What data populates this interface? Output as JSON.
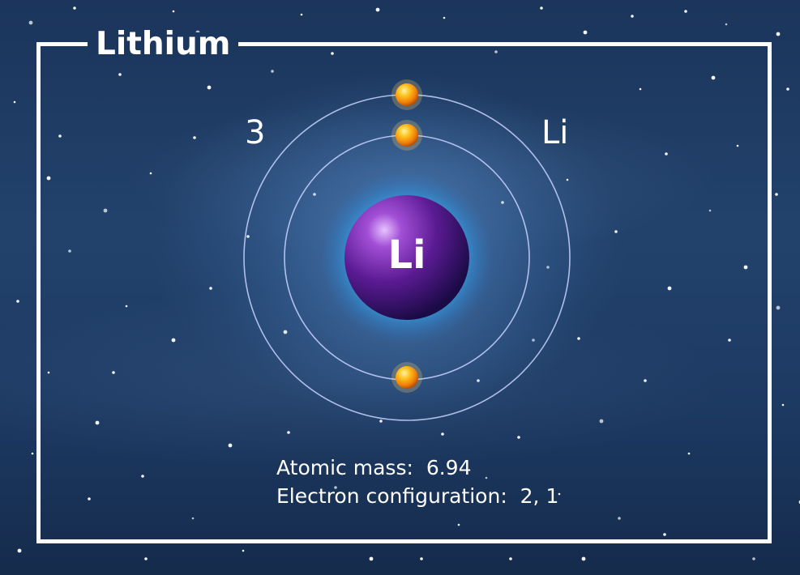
{
  "element": {
    "name": "Lithium",
    "atomic_number": "3",
    "symbol": "Li",
    "nucleus_symbol": "Li"
  },
  "info": {
    "mass_label": "Atomic mass:",
    "mass_value": "6.94",
    "config_label": "Electron configuration:",
    "config_value": "2, 1"
  },
  "shells": [
    {
      "electrons": 2
    },
    {
      "electrons": 1
    }
  ],
  "colors": {
    "background": "#1d3a63",
    "frame": "#ffffff",
    "nucleus": "#5a1f8f",
    "nucleus_glow": "#56d8ff",
    "electron": "#f28a0c",
    "orbit": "#c9d3ff"
  }
}
